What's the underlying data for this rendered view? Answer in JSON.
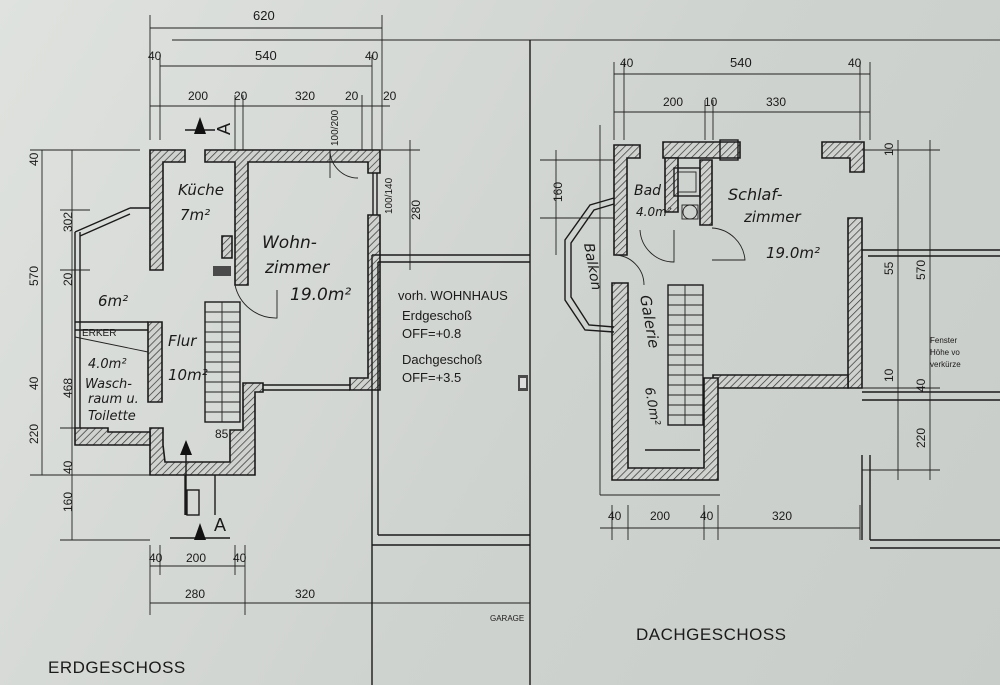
{
  "plans": {
    "ground_floor": {
      "title": "ERDGESCHOSS",
      "dims_top": {
        "overall": "620",
        "inner": "540",
        "wall_left": "40",
        "wall_right": "40",
        "segments": [
          "200",
          "20",
          "320",
          "20",
          "20"
        ]
      },
      "dims_bottom": {
        "wall_left": "40",
        "width": "200",
        "wall_right": "40",
        "left": "280",
        "right": "320"
      },
      "dims_left": [
        "40",
        "302",
        "570",
        "20",
        "468",
        "40",
        "220",
        "40",
        "160"
      ],
      "dims_right": [
        "100/140",
        "280"
      ],
      "door_label": "100/200",
      "section_mark": "A",
      "stair_label": "85",
      "rooms": {
        "kitchen": {
          "name": "Küche",
          "area": "7m²"
        },
        "living": {
          "name": "Wohn-zimmer",
          "line1": "Wohn-",
          "line2": "zimmer",
          "area": "19.0m²"
        },
        "bay": {
          "label": "ERKER",
          "area": "6m²"
        },
        "hall": {
          "name": "Flur",
          "area": "10m²"
        },
        "wc": {
          "area": "4.0m²",
          "line1": "Wasch-",
          "line2": "raum u.",
          "line3": "Toilette"
        }
      }
    },
    "existing_house": {
      "title": "vorh. WOHNHAUS",
      "ground_label": "Erdgeschoß",
      "ground_level": "OFF=+0.8",
      "attic_label": "Dachgeschoß",
      "attic_level": "OFF=+3.5",
      "garage": "GARAGE"
    },
    "attic_floor": {
      "title": "DACHGESCHOSS",
      "dims_top": {
        "wall_left": "40",
        "inner": "540",
        "wall_right": "40",
        "segments": [
          "200",
          "10",
          "330"
        ]
      },
      "dims_bottom": [
        "40",
        "200",
        "40",
        "320"
      ],
      "dims_left": [
        "160"
      ],
      "dims_right": [
        "10",
        "55",
        "570",
        "10",
        "40",
        "220"
      ],
      "window_note": [
        "Fenster",
        "Höhe vo",
        "verkürze"
      ],
      "rooms": {
        "bath": {
          "name": "Bad",
          "area": "4.0m²"
        },
        "bedroom": {
          "line1": "Schlaf-",
          "line2": "zimmer",
          "area": "19.0m²"
        },
        "balcony": {
          "name": "Balkon"
        },
        "gallery": {
          "name": "Galerie",
          "area": "6.0m²"
        }
      }
    }
  }
}
